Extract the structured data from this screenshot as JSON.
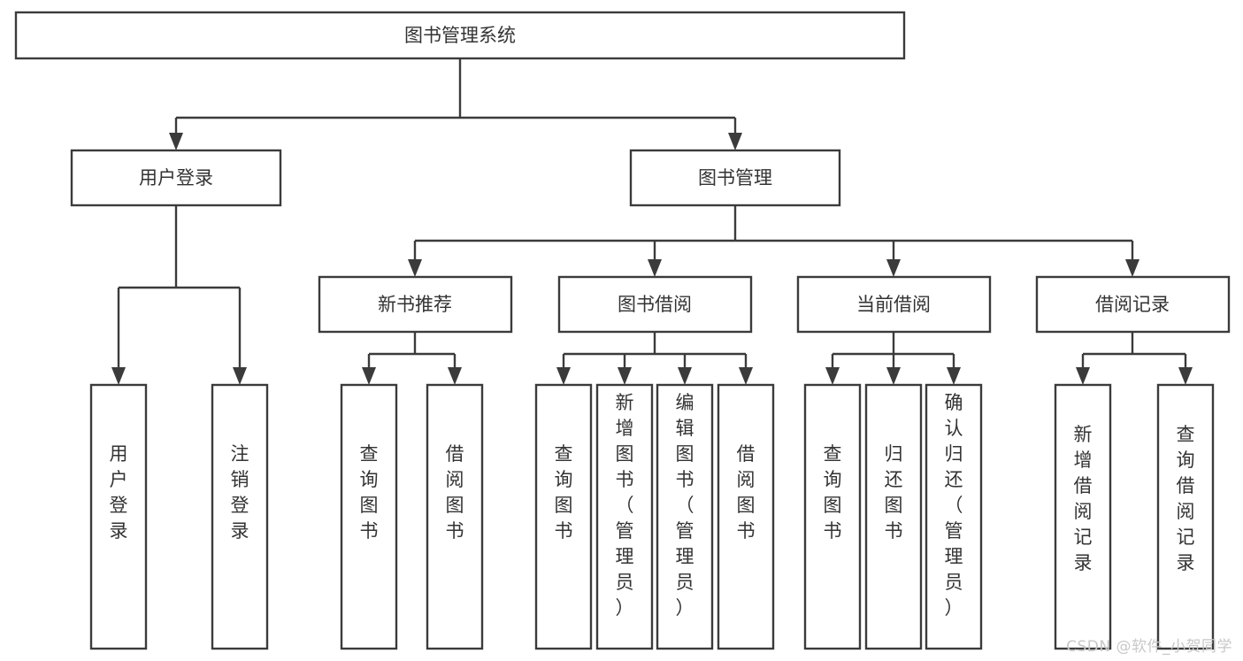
{
  "diagram": {
    "title": "图书管理系统",
    "type": "tree-hierarchy-chart",
    "root": {
      "label": "图书管理系统"
    },
    "level2": [
      {
        "label": "用户登录"
      },
      {
        "label": "图书管理"
      }
    ],
    "level3": [
      {
        "label": "新书推荐"
      },
      {
        "label": "图书借阅"
      },
      {
        "label": "当前借阅"
      },
      {
        "label": "借阅记录"
      }
    ],
    "leaves": {
      "user_login": [
        {
          "label": "用户登录"
        },
        {
          "label": "注销登录"
        }
      ],
      "new_book_recommend": [
        {
          "label": "查询图书"
        },
        {
          "label": "借阅图书"
        }
      ],
      "book_borrow": [
        {
          "label": "查询图书"
        },
        {
          "label": "新增图书（管理员）"
        },
        {
          "label": "编辑图书（管理员）"
        },
        {
          "label": "借阅图书"
        }
      ],
      "current_borrow": [
        {
          "label": "查询图书"
        },
        {
          "label": "归还图书"
        },
        {
          "label": "确认归还（管理员）"
        }
      ],
      "borrow_record": [
        {
          "label": "新增借阅记录"
        },
        {
          "label": "查询借阅记录"
        }
      ]
    }
  },
  "watermark": {
    "text": "CSDN @软件_小贺同学"
  },
  "colors": {
    "stroke": "#3b3b3b",
    "text": "#333333",
    "background": "#ffffff",
    "watermark": "#c8c8c8"
  }
}
